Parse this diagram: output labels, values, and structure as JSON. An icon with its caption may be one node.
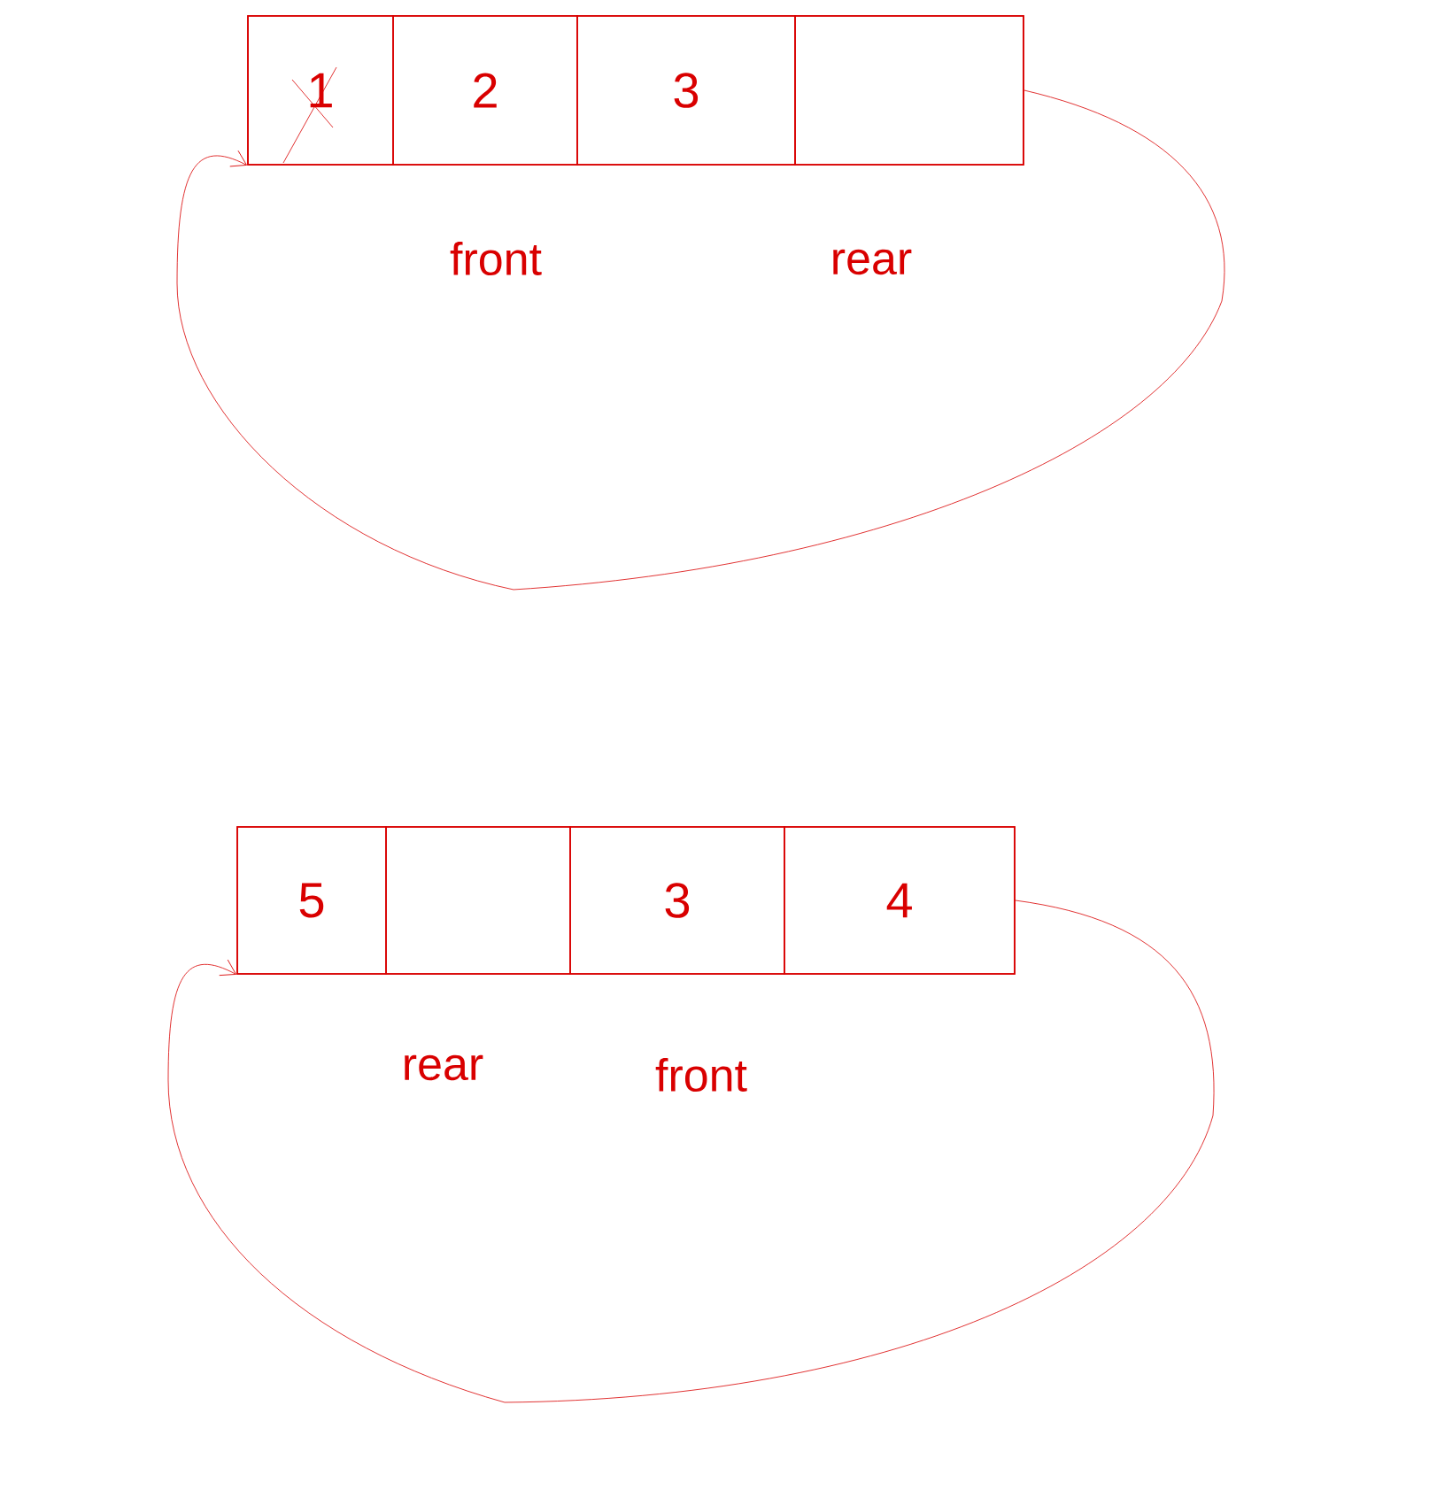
{
  "diagram": {
    "nodes": [
      {
        "text": [],
        "shape": "box"
      },
      {
        "text": [
          "1"
        ],
        "in": 0
      },
      {
        "text": [
          "2"
        ],
        "in": 0
      },
      {
        "text": [
          "3"
        ],
        "in": 0
      },
      {
        "text": [],
        "shape": "box",
        "in": 0
      },
      {
        "text": [],
        "shape": "box"
      },
      {
        "text": [
          "5"
        ],
        "in": 5
      },
      {
        "text": [],
        "shape": "box",
        "in": 5
      },
      {
        "text": [
          "3"
        ],
        "in": 5
      },
      {
        "text": [
          "4"
        ],
        "in": 5
      }
    ],
    "edges": [
      {
        "from": 4,
        "to": 1,
        "arrow": "to"
      },
      {
        "from": 9,
        "to": 6,
        "arrow": "to"
      }
    ],
    "labels": [
      "front",
      "rear",
      "rear",
      "front"
    ]
  }
}
